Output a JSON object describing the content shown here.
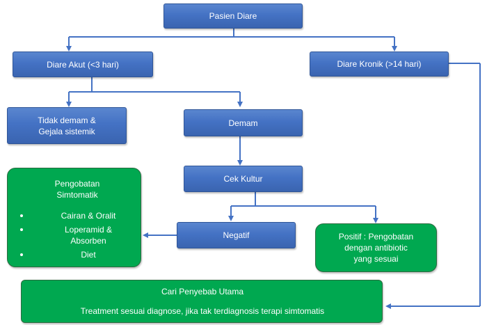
{
  "nodes": {
    "pasien_diare": "Pasien Diare",
    "diare_akut": "Diare Akut (<3 hari)",
    "diare_kronik": "Diare Kronik (>14 hari)",
    "tidak_demam_line1": "Tidak demam &",
    "tidak_demam_line2": "Gejala sistemik",
    "demam": "Demam",
    "cek_kultur": "Cek Kultur",
    "negatif": "Negatif",
    "positif_line1": "Positif : Pengobatan",
    "positif_line2": "dengan antibiotic",
    "positif_line3": "yang sesuai",
    "pengobatan_title_line1": "Pengobatan",
    "pengobatan_title_line2": "Simtomatik",
    "pengobatan_items": {
      "item1": "Cairan & Oralit",
      "item2_line1": "Loperamid &",
      "item2_line2": "Absorben",
      "item3": "Diet"
    },
    "cari_title": "Cari Penyebab Utama",
    "cari_text": "Treatment sesuai diagnose, jika tak terdiagnosis terapi simtomatis"
  },
  "colors": {
    "blue_box": "#4472c4",
    "green_box": "#00a850",
    "connector": "#4472c4",
    "text": "#ffffff"
  }
}
